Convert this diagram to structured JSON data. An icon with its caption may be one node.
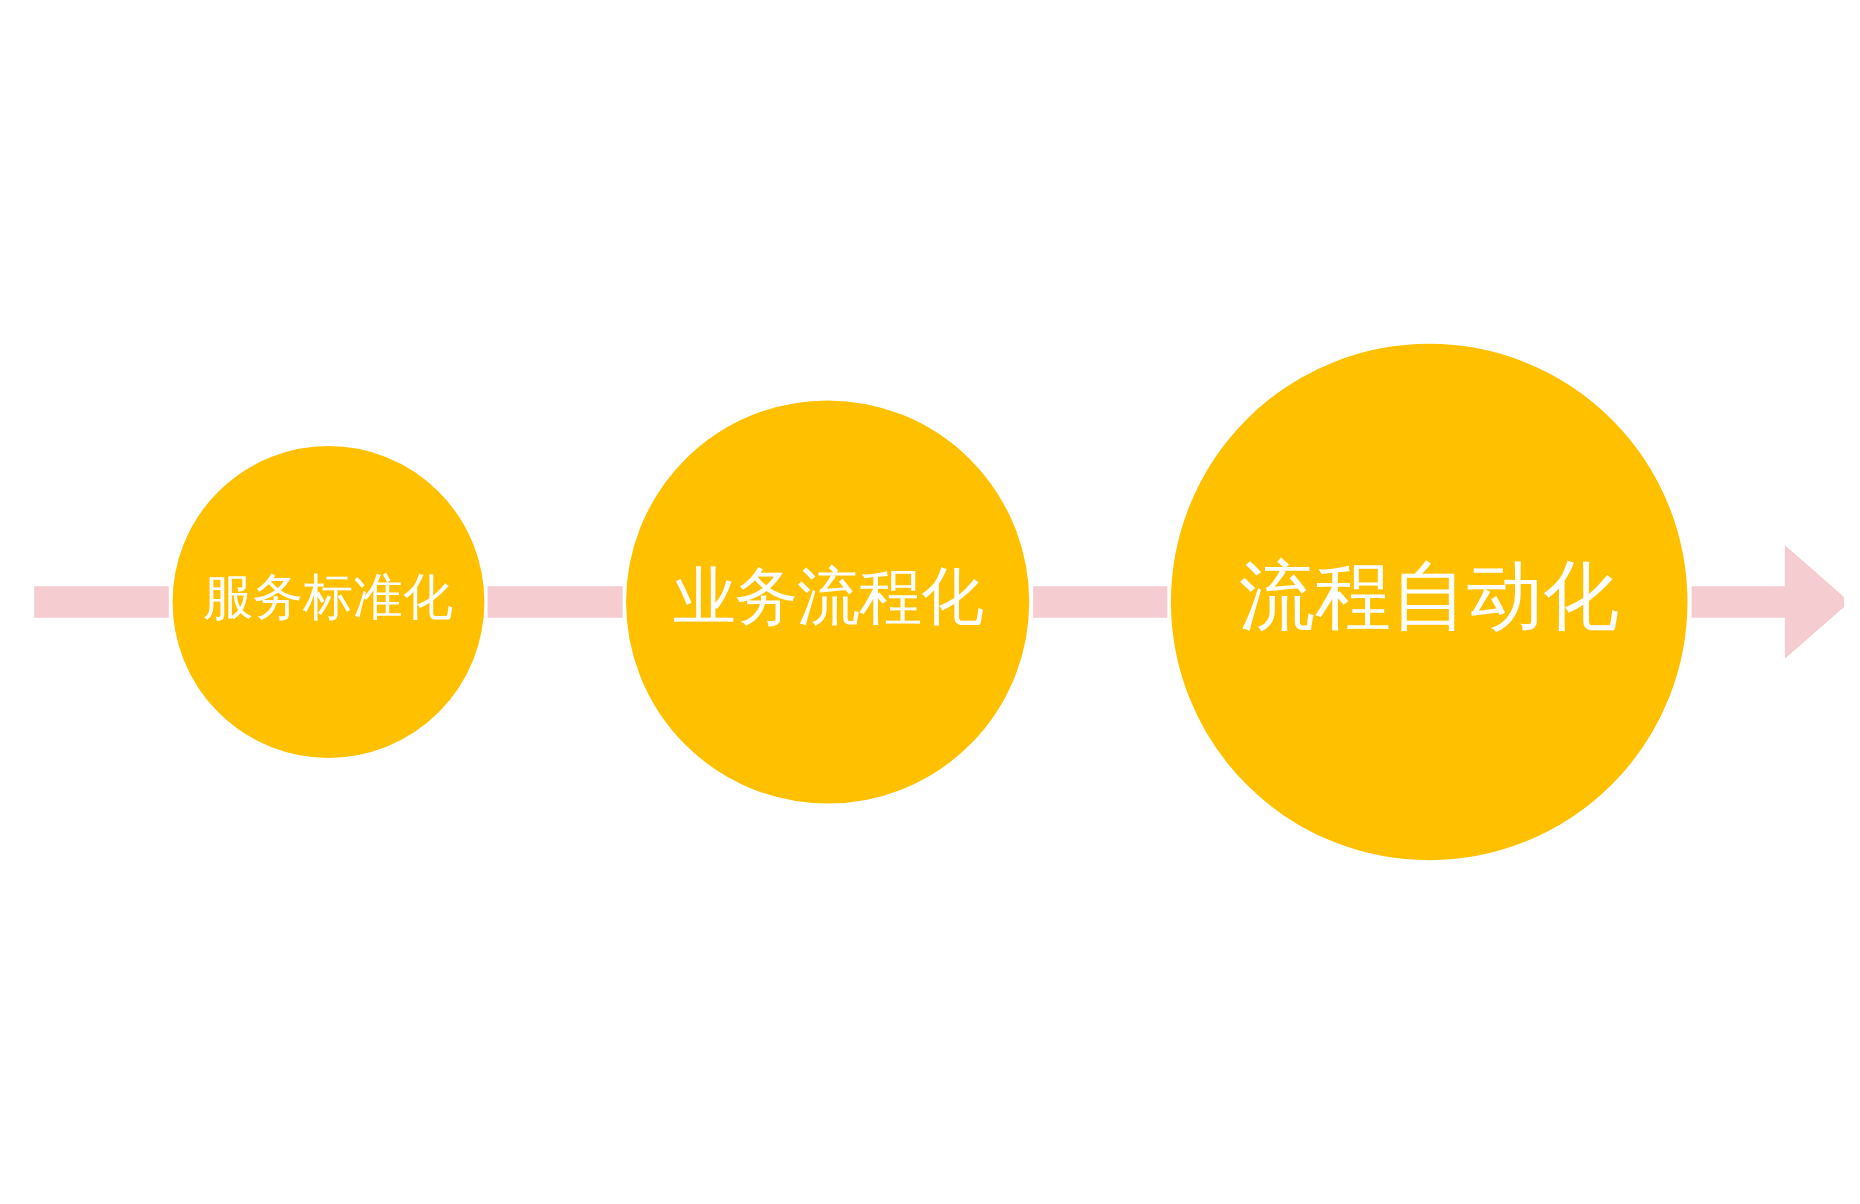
{
  "diagram": {
    "nodes": [
      {
        "text": [
          "服务标准化"
        ]
      },
      {
        "text": [
          "业务流程化"
        ]
      },
      {
        "text": [
          "流程自动化"
        ]
      }
    ],
    "edges": [
      {
        "from": null,
        "to": 0,
        "arrow": "none"
      },
      {
        "from": 0,
        "to": 1,
        "arrow": "none"
      },
      {
        "from": 1,
        "to": 2,
        "arrow": "none"
      },
      {
        "from": 2,
        "to": null,
        "arrow": "to"
      }
    ]
  }
}
